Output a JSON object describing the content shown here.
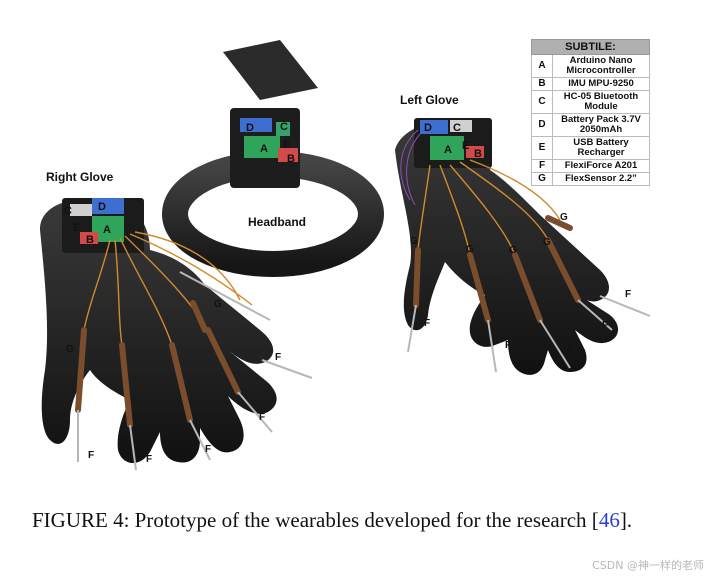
{
  "labels": {
    "right_glove": "Right Glove",
    "left_glove": "Left Glove",
    "headband": "Headband"
  },
  "codes": {
    "A": "A",
    "B": "B",
    "C": "C",
    "D": "D",
    "E": "E",
    "F": "F",
    "G": "G"
  },
  "legend": {
    "title": "SUBTILE:",
    "rows": [
      {
        "key": "A",
        "value": "Arduino Nano Microcontroller"
      },
      {
        "key": "B",
        "value": "IMU MPU-9250"
      },
      {
        "key": "C",
        "value": "HC-05 Bluetooth Module"
      },
      {
        "key": "D",
        "value": "Battery Pack 3.7V 2050mAh"
      },
      {
        "key": "E",
        "value": "USB Battery Recharger"
      },
      {
        "key": "F",
        "value": "FlexiForce A201"
      },
      {
        "key": "G",
        "value": "FlexSensor 2.2”"
      }
    ]
  },
  "caption": {
    "prefix": "FIGURE 4: Prototype of the wearables developed for the research [",
    "ref": "46",
    "suffix": "]."
  },
  "watermark": "CSDN @神一样的老师"
}
